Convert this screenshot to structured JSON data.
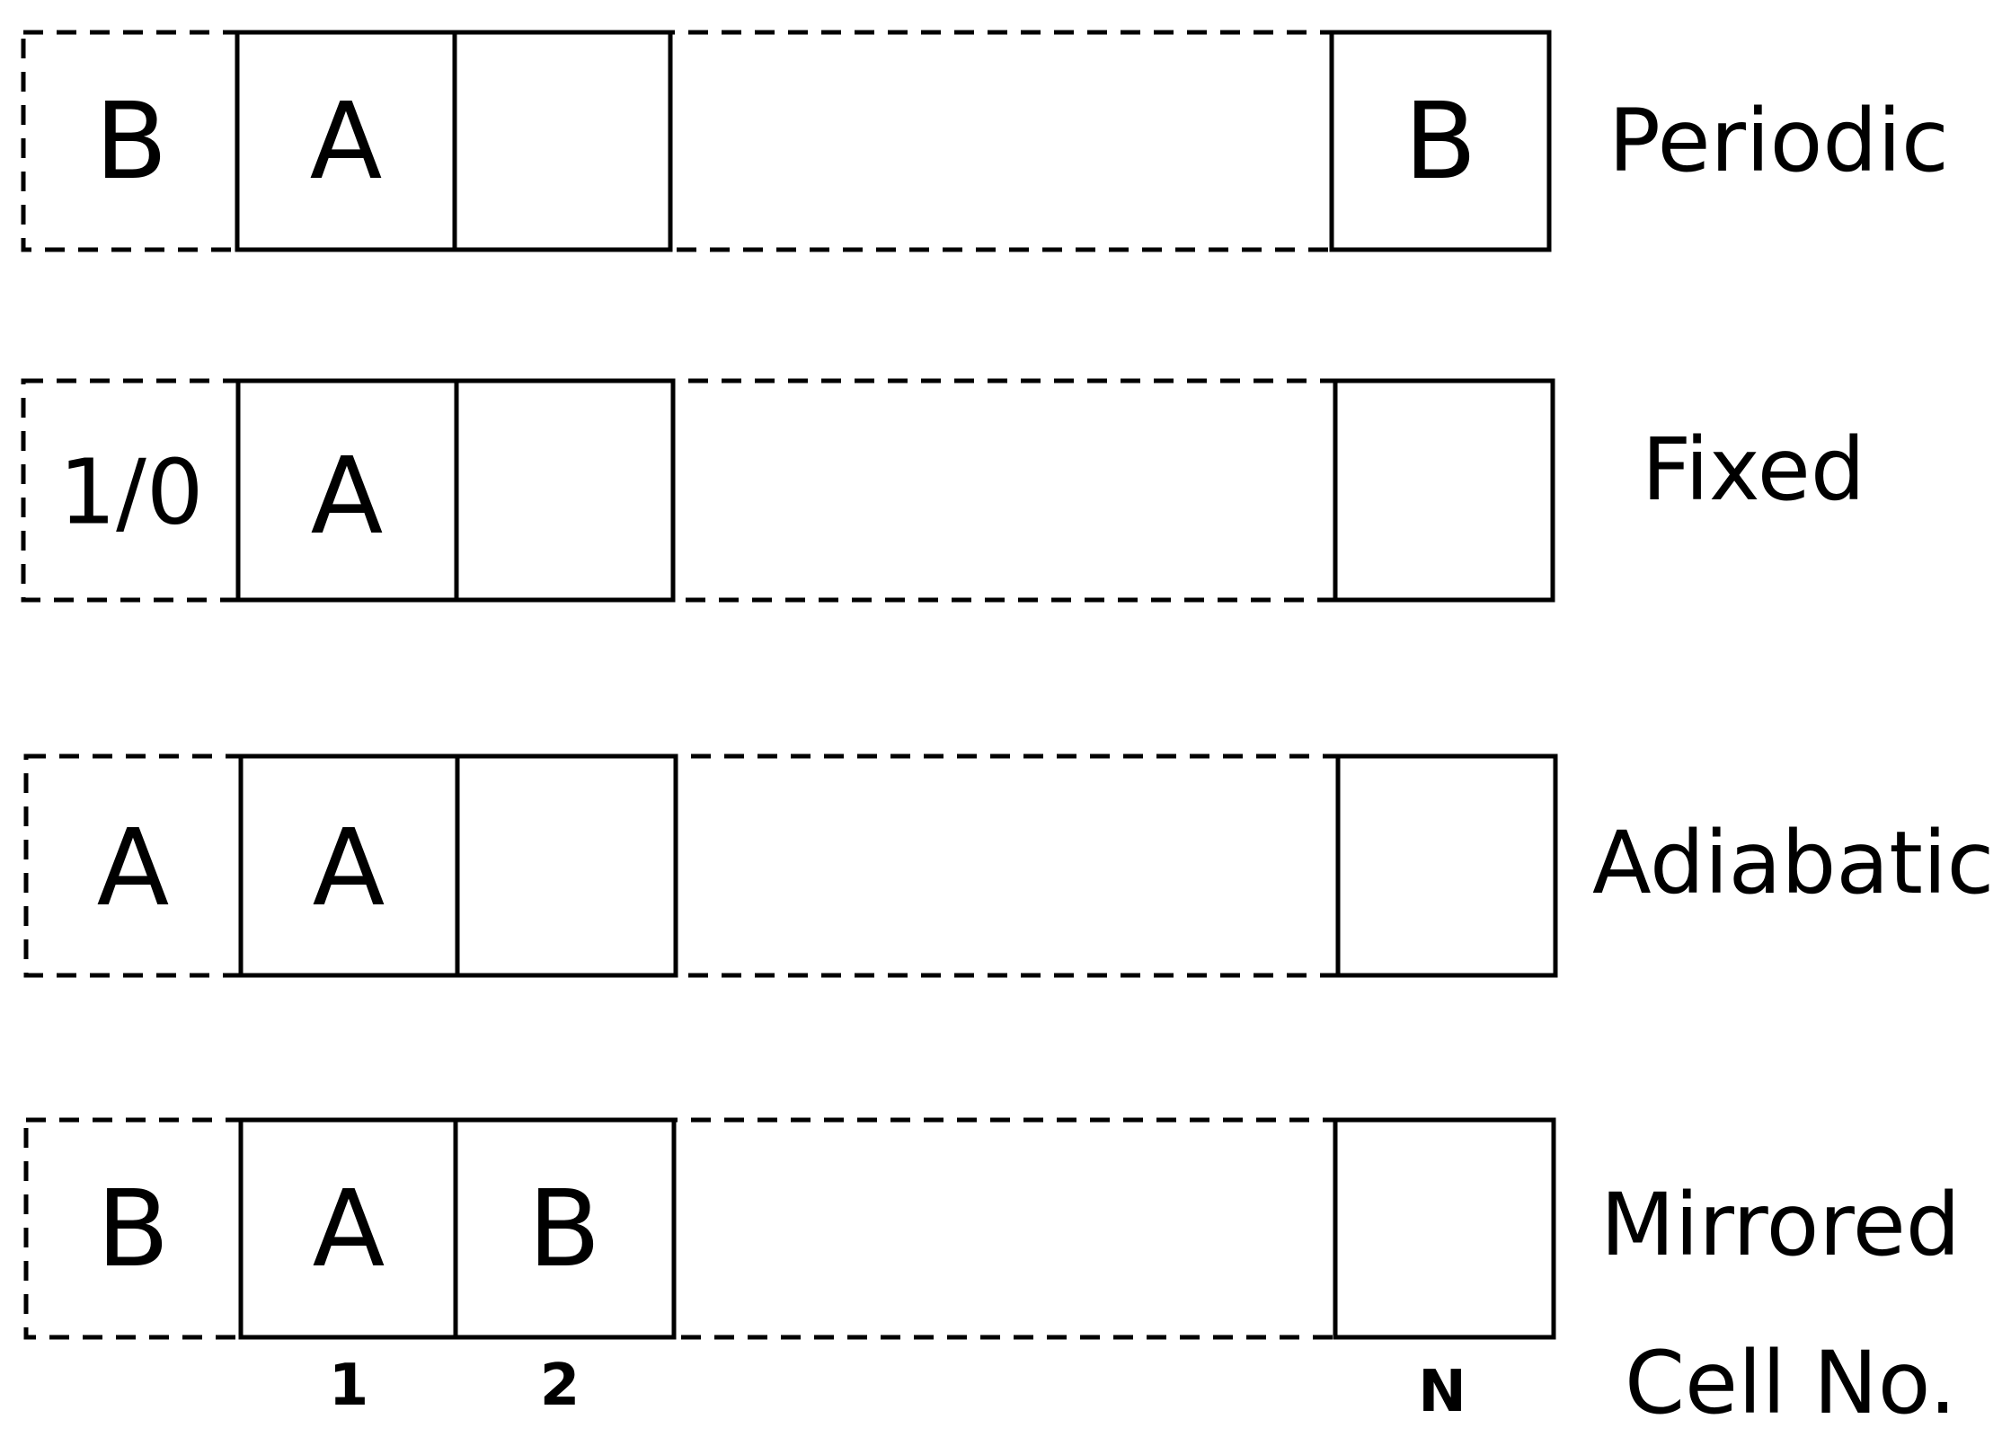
{
  "rows": [
    {
      "label": "Periodic",
      "ghost": "B",
      "cell1": "A",
      "cell2": "",
      "cellN": "B"
    },
    {
      "label": "Fixed",
      "ghost": "1/0",
      "cell1": "A",
      "cell2": "",
      "cellN": ""
    },
    {
      "label": "Adiabatic",
      "ghost": "A",
      "cell1": "A",
      "cell2": "",
      "cellN": ""
    },
    {
      "label": "Mirrored",
      "ghost": "B",
      "cell1": "A",
      "cell2": "B",
      "cellN": ""
    }
  ],
  "axis": {
    "label": "Cell No.",
    "index1": "1",
    "index2": "2",
    "indexN": "N"
  }
}
